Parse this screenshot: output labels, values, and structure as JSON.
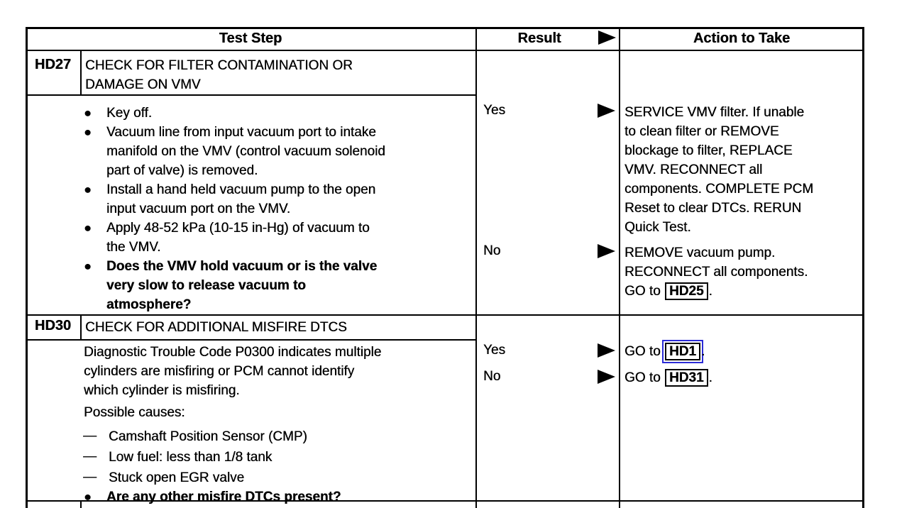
{
  "colors": {
    "ink": "#000000",
    "paper": "#ffffff",
    "link_focus_outline": "#2b2bd6"
  },
  "icons": {
    "bullet": "●",
    "dash": "—",
    "result_arrow": "right-triangle"
  },
  "header": {
    "test_step": "Test Step",
    "result": "Result",
    "action_to_take": "Action to Take"
  },
  "hd27": {
    "code": "HD27",
    "title": "CHECK FOR FILTER CONTAMINATION OR\nDAMAGE ON VMV",
    "steps": [
      {
        "text": "Key off."
      },
      {
        "text": "Vacuum line from input vacuum port to intake\nmanifold on the VMV (control vacuum solenoid\npart of valve) is removed."
      },
      {
        "text": "Install a hand held vacuum pump to the open\ninput vacuum port on the VMV."
      },
      {
        "text": "Apply 48-52 kPa (10-15 in-Hg) of vacuum to\nthe VMV."
      },
      {
        "text": "Does the VMV hold vacuum or is the valve\nvery slow to release vacuum to\natmosphere?"
      }
    ],
    "yes": {
      "label": "Yes",
      "action": "SERVICE VMV filter. If unable\nto clean filter or REMOVE\nblockage to filter, REPLACE\nVMV. RECONNECT all\ncomponents. COMPLETE PCM\nReset to clear DTCs. RERUN\nQuick Test."
    },
    "no": {
      "label": "No",
      "action_pre": "REMOVE vacuum pump.\nRECONNECT all components.\nGO to ",
      "link": "HD25",
      "action_post": "."
    }
  },
  "hd30": {
    "code": "HD30",
    "title": "CHECK FOR ADDITIONAL MISFIRE DTCS",
    "description": "Diagnostic Trouble Code P0300 indicates multiple\ncylinders are misfiring or PCM cannot identify\nwhich cylinder is misfiring.",
    "causes_label": "Possible causes:",
    "causes": [
      {
        "text": "Camshaft Position Sensor (CMP)"
      },
      {
        "text": "Low fuel: less than 1/8 tank"
      },
      {
        "text": "Stuck open EGR valve"
      }
    ],
    "question": "Are any other misfire DTCs present?",
    "yes": {
      "label": "Yes",
      "action_pre": "GO to ",
      "link": "HD1",
      "action_post": "."
    },
    "no": {
      "label": "No",
      "action_pre": "GO to ",
      "link": "HD31",
      "action_post": "."
    }
  }
}
